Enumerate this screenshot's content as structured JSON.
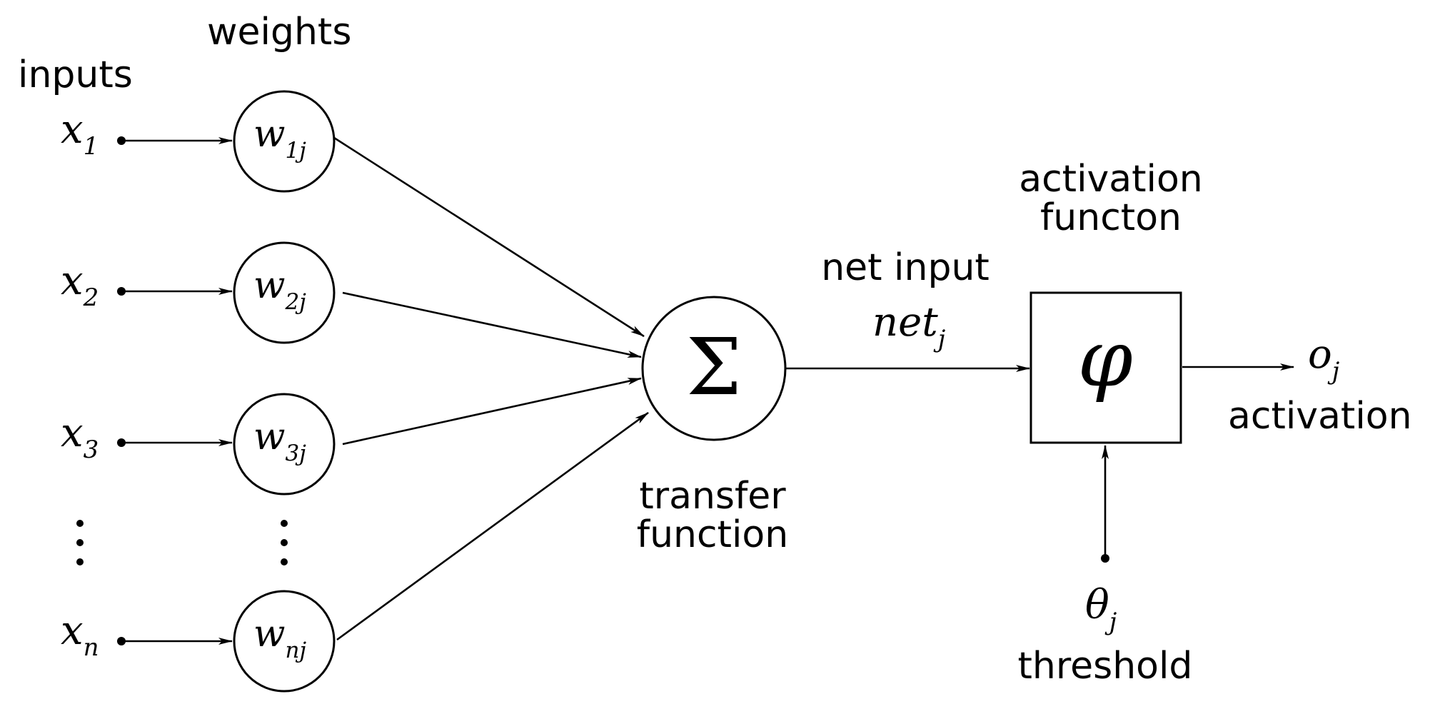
{
  "labels": {
    "inputs": "inputs",
    "weights": "weights",
    "transfer_line1": "transfer",
    "transfer_line2": "function",
    "net_input": "net input",
    "activation_function_line1": "activation",
    "activation_function_line2": "functon",
    "activation": "activation",
    "threshold": "threshold"
  },
  "inputs": [
    {
      "symbol": "x",
      "subscript": "1"
    },
    {
      "symbol": "x",
      "subscript": "2"
    },
    {
      "symbol": "x",
      "subscript": "3"
    },
    {
      "symbol": "x",
      "subscript": "n"
    }
  ],
  "weights": [
    {
      "symbol": "w",
      "subscript": "1j"
    },
    {
      "symbol": "w",
      "subscript": "2j"
    },
    {
      "symbol": "w",
      "subscript": "3j"
    },
    {
      "symbol": "w",
      "subscript": "nj"
    }
  ],
  "sum_symbol": "Σ",
  "net": {
    "symbol": "net",
    "subscript": "j"
  },
  "activation_symbol": "φ",
  "output": {
    "symbol": "o",
    "subscript": "j"
  },
  "threshold": {
    "symbol": "θ",
    "subscript": "j"
  },
  "colors": {
    "ink": "#000000",
    "background": "#ffffff"
  }
}
